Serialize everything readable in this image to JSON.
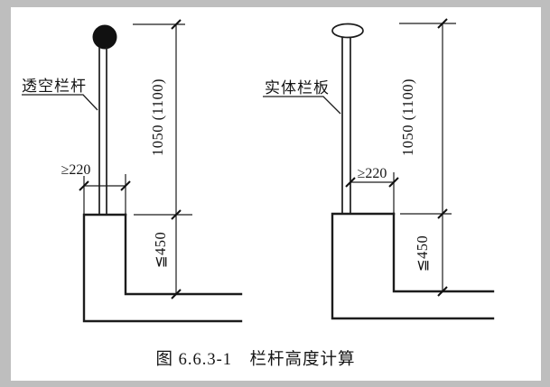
{
  "palette": {
    "frame_bg": "#bebebe",
    "paper_bg": "#ffffff",
    "ink": "#1c1c1c"
  },
  "caption": "图 6.6.3-1　栏杆高度计算",
  "diagrams": {
    "left": {
      "label": "透空栏杆",
      "width_dim": "≥220",
      "height_dim": "1050 (1100)",
      "ledge_dim": "≦450"
    },
    "right": {
      "label": "实体栏板",
      "width_dim": "≥220",
      "height_dim": "1050 (1100)",
      "ledge_dim": "≦450"
    }
  }
}
